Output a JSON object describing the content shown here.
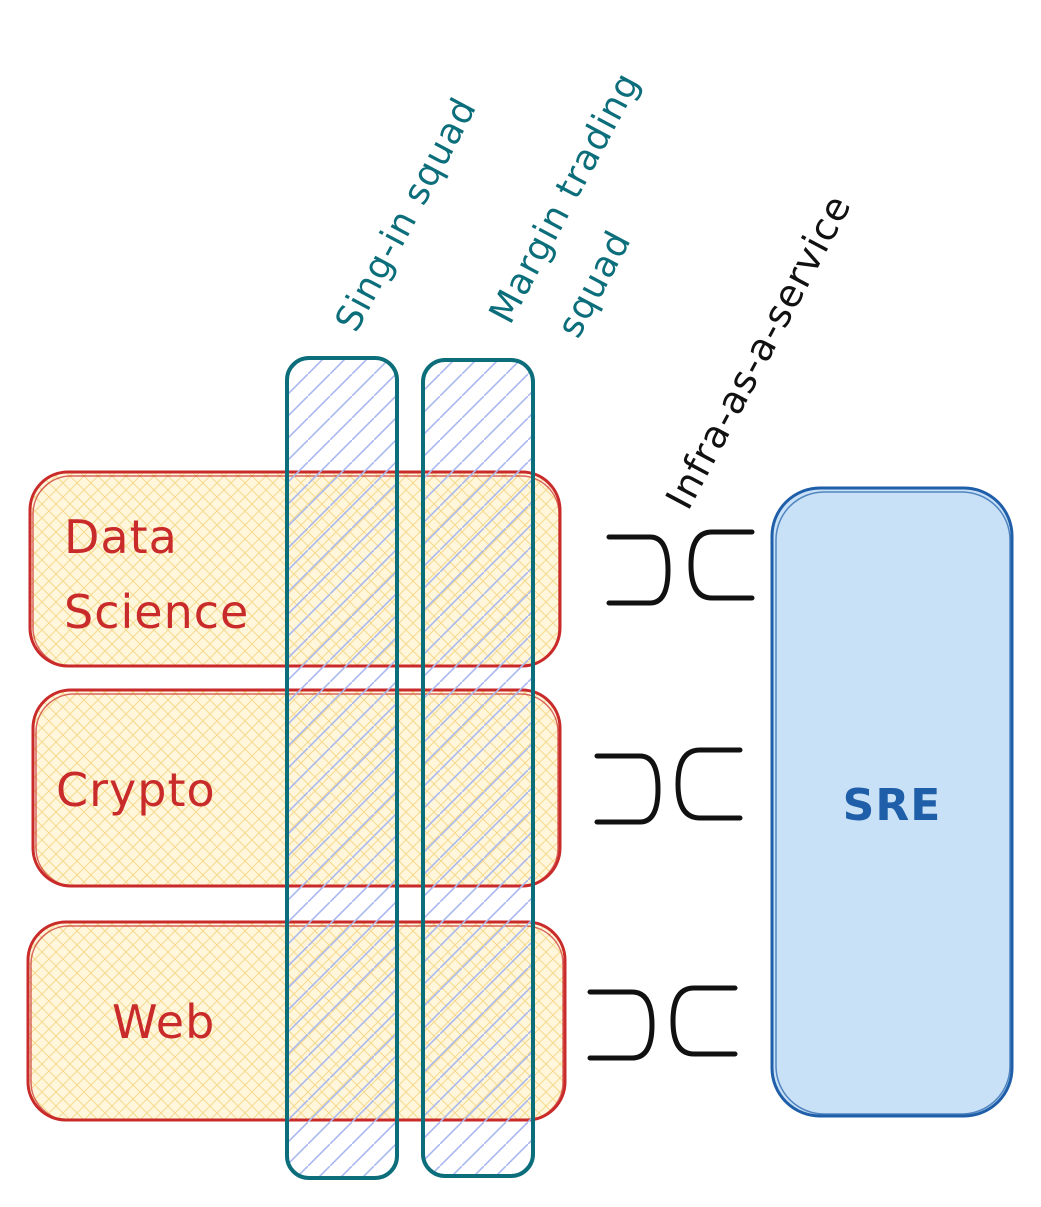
{
  "colors": {
    "team_stroke": "#c92a2a",
    "team_fill": "#ffe9a8",
    "squad_stroke": "#0c6e7a",
    "squad_fill": "#a5b8f0",
    "platform_stroke": "#1f5ea8",
    "platform_fill": "#c8e1f7",
    "connector": "#111111"
  },
  "teams": [
    {
      "label": "Data Science",
      "line1": "Data",
      "line2": "Science"
    },
    {
      "label": "Crypto"
    },
    {
      "label": "Web"
    }
  ],
  "squads": [
    {
      "label": "Sing-in squad"
    },
    {
      "label": "Margin trading squad",
      "line1": "Margin trading",
      "line2": "squad"
    }
  ],
  "interface_label": "Infra-as-a-service",
  "platform": {
    "label": "SRE"
  },
  "connectors": [
    {
      "name": "data-science-interface"
    },
    {
      "name": "crypto-interface"
    },
    {
      "name": "web-interface"
    }
  ]
}
